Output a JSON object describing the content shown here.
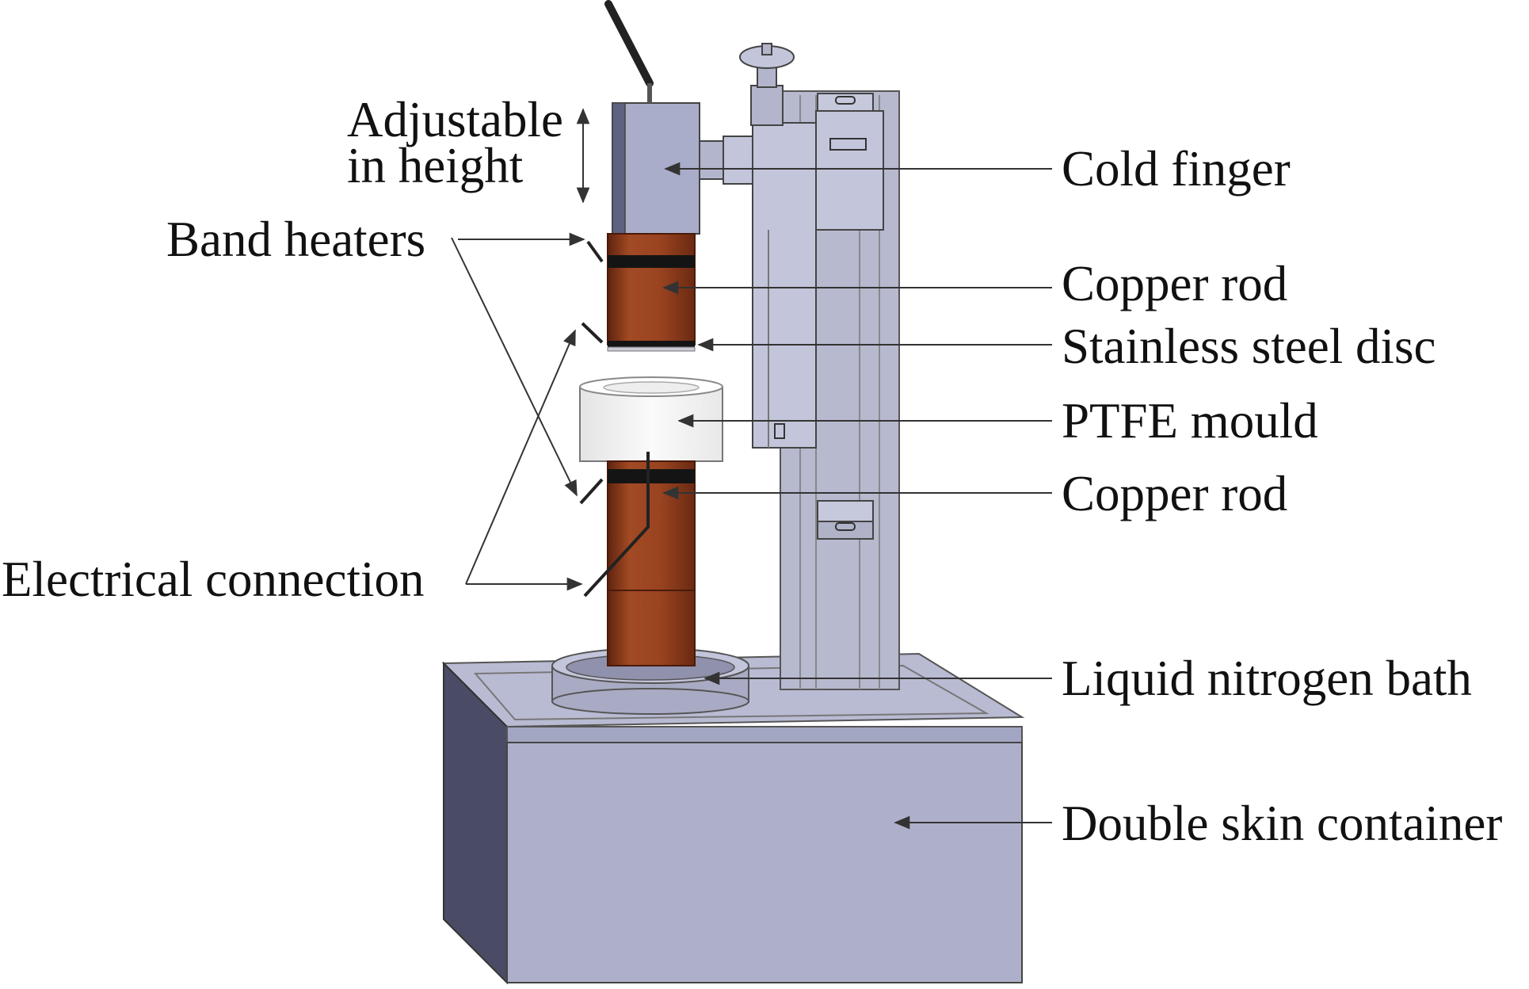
{
  "labels": {
    "adjustable_line1": "Adjustable",
    "adjustable_line2": "in height",
    "band_heaters": "Band heaters",
    "electrical_connection": "Electrical connection",
    "cold_finger": "Cold finger",
    "copper_rod_top": "Copper rod",
    "stainless_steel_disc": "Stainless steel disc",
    "ptfe_mould": "PTFE mould",
    "copper_rod_bottom": "Copper rod",
    "liquid_nitrogen_bath": "Liquid nitrogen bath",
    "double_skin_container": "Double skin container"
  },
  "colors": {
    "container_front": "#aeb0cb",
    "container_side": "#4a4c66",
    "container_top": "#b9bbd3",
    "column": "#b7b9cf",
    "cold_finger": "#aaadc9",
    "copper": "#9a4320",
    "copper_dark": "#6a2a12",
    "ptfe": "#f2f2f2",
    "band": "#141414",
    "leader": "#333333"
  }
}
